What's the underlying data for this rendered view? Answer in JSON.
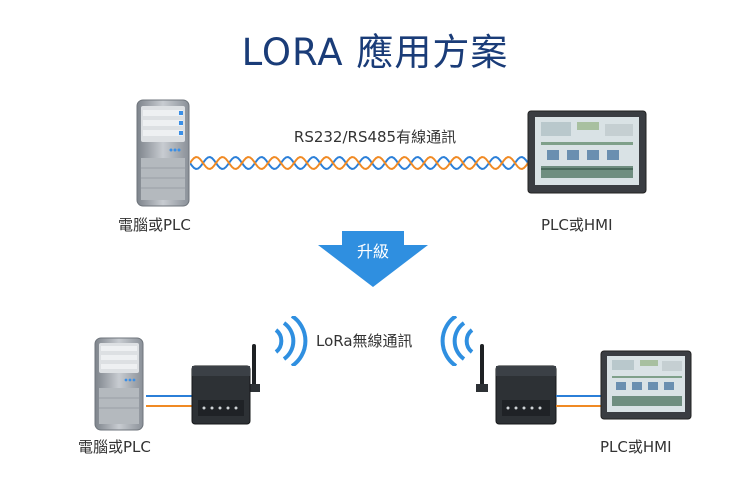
{
  "title": "LORA 應用方案",
  "top": {
    "left_label": "電腦或PLC",
    "right_label": "PLC或HMI",
    "link_label": "RS232/RS485有線通訊"
  },
  "upgrade": {
    "label": "升級"
  },
  "bottom": {
    "left_label": "電腦或PLC",
    "right_label": "PLC或HMI",
    "link_label": "LoRa無線通訊"
  },
  "colors": {
    "title": "#1a3c78",
    "arrow": "#2f8fe0",
    "wire_blue": "#2b7fd8",
    "wire_orange": "#f08a24",
    "server_body": "#9aa0a8",
    "device_body": "#2d3135"
  }
}
